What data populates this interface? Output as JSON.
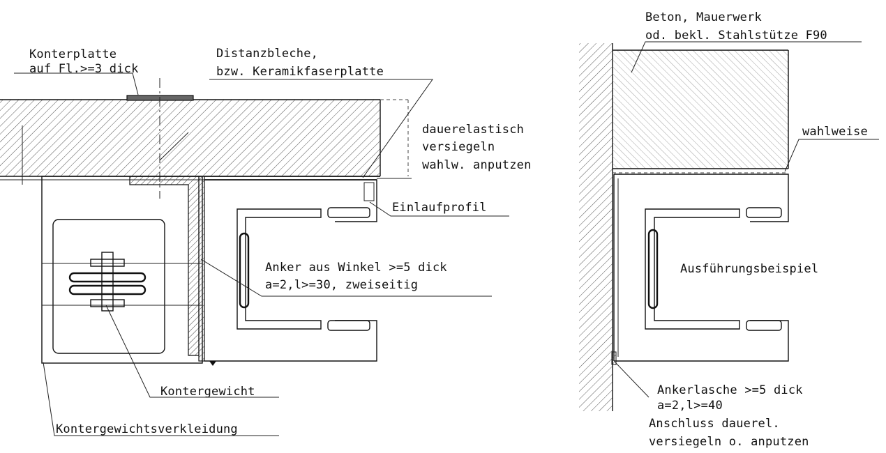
{
  "labels": {
    "konterplatte_1": "Konterplatte",
    "konterplatte_2": "auf Fl.>=3 dick",
    "distanz_1": "Distanzbleche,",
    "distanz_2": "bzw. Keramikfaserplatte",
    "dauer_1": "dauerelastisch",
    "dauer_2": "versiegeln",
    "dauer_3": "wahlw. anputzen",
    "einlauf": "Einlaufprofil",
    "anker_1": "Anker aus Winkel >=5 dick",
    "anker_2": "a=2,l>=30, zweiseitig",
    "kontergewicht": "Kontergewicht",
    "verkleidung": "Kontergewichtsverkleidung",
    "beton_1": "Beton, Mauerwerk",
    "beton_2": "od. bekl. Stahlstütze F90",
    "wahlweise": "wahlweise",
    "ausfuehrung": "Ausführungsbeispiel",
    "lasche_1": "Ankerlasche >=5 dick",
    "lasche_2": "a=2,l>=40",
    "lasche_3": "Anschluss dauerel.",
    "lasche_4": "versiegeln o. anputzen"
  }
}
